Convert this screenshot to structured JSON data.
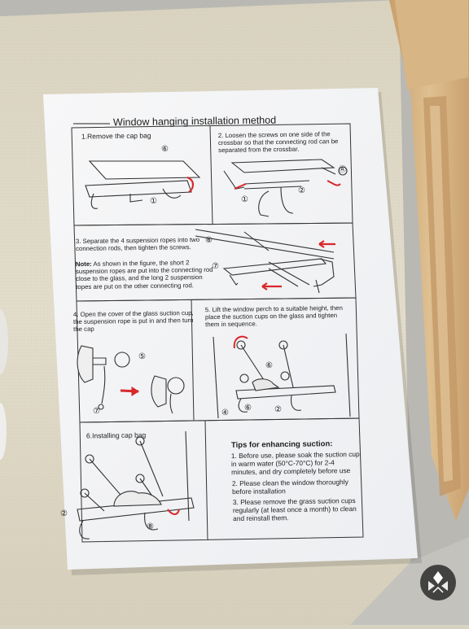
{
  "sheet": {
    "title": "Window hanging installation method",
    "steps": [
      {
        "text": "1.Remove the cap bag"
      },
      {
        "text": "2. Loosen the screws on one side of the crossbar so that the connecting rod can be separated from the crossbar."
      },
      {
        "text": "3. Separate the 4 suspension ropes into two connection rods, then tighten the screws."
      },
      {
        "note_label": "Note:",
        "note_text": "As shown in the figure, the short 2 suspension ropes are put into the connecting rod close to the glass, and the long 2 suspension topes are put on the other connecting rod."
      },
      {
        "text": "4. Open the cover of the glass suction cup, the suspension rope is put in and then turn the cap"
      },
      {
        "text": "5. Lift the window perch to a suitable height, then place the suction cups on the glass and tighten them in sequence."
      },
      {
        "text": "6.Installing cap bag"
      }
    ],
    "tips": {
      "heading": "Tips for enhancing suction:",
      "items": [
        "1. Before use, please soak the suction cup in warm water (50°C-70°C) for 2-4 minutes, and dry completely before use",
        "2. Please clean the window thoroughly before installation",
        "3. Please remove the grass suction cups regularly (at least once a month) to clean and reinstall them."
      ]
    },
    "callouts": [
      "⑥",
      "①",
      "①",
      "②",
      "Ⓐ",
      "⑥",
      "⑦",
      "⑤",
      "⑦",
      "⑥",
      "④",
      "⑥",
      "②",
      "②",
      "⑧"
    ]
  },
  "colors": {
    "fabric": "#e2dccb",
    "wood": "#d9b98a",
    "paper": "#f4f4f6",
    "arrow": "#d8282a"
  },
  "icons": [
    "watermark-logo-icon"
  ]
}
